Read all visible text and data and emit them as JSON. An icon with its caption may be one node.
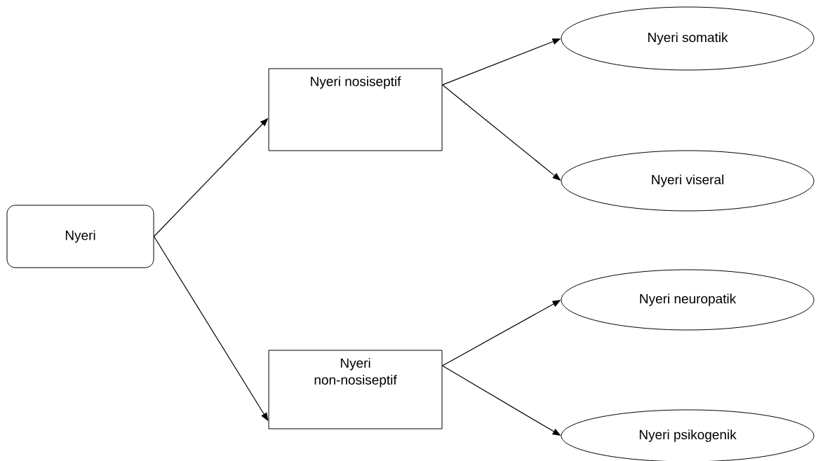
{
  "diagram": {
    "nodes": [
      {
        "text": [
          "Nyeri"
        ]
      },
      {
        "text": [
          "Nyeri nosiseptif"
        ]
      },
      {
        "text": [
          "Nyeri non-nosiseptif"
        ]
      },
      {
        "text": [
          "Nyeri somatik"
        ]
      },
      {
        "text": [
          "Nyeri viseral"
        ]
      },
      {
        "text": [
          "Nyeri neuropatik"
        ]
      },
      {
        "text": [
          "Nyeri psikogenik"
        ]
      }
    ],
    "edges": [
      {
        "from": 0,
        "to": 1,
        "arrow": "to"
      },
      {
        "from": 0,
        "to": 2,
        "arrow": "to"
      },
      {
        "from": 1,
        "to": 3,
        "arrow": "to"
      },
      {
        "from": 1,
        "to": 4,
        "arrow": "to"
      },
      {
        "from": 2,
        "to": 5,
        "arrow": "to"
      },
      {
        "from": 2,
        "to": 6,
        "arrow": "to"
      }
    ]
  }
}
